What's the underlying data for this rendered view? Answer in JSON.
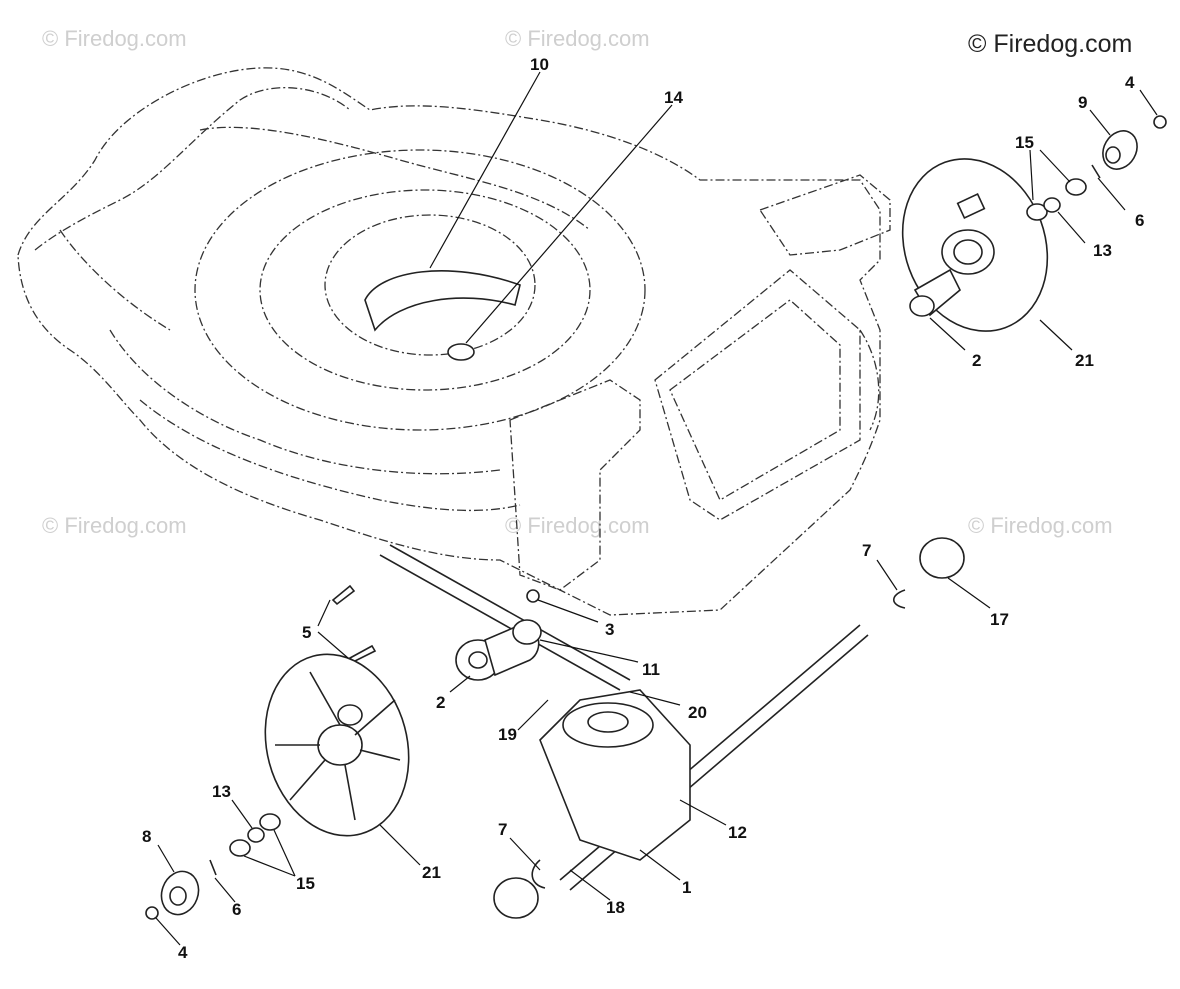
{
  "copyright": "© Firedog.com",
  "watermark": "© Firedog.com",
  "callouts": [
    "10",
    "14",
    "4",
    "9",
    "15",
    "6",
    "13",
    "2",
    "21",
    "3",
    "7",
    "17",
    "5",
    "11",
    "2",
    "20",
    "19",
    "12",
    "13",
    "8",
    "15",
    "21",
    "6",
    "7",
    "18",
    "1",
    "4"
  ]
}
